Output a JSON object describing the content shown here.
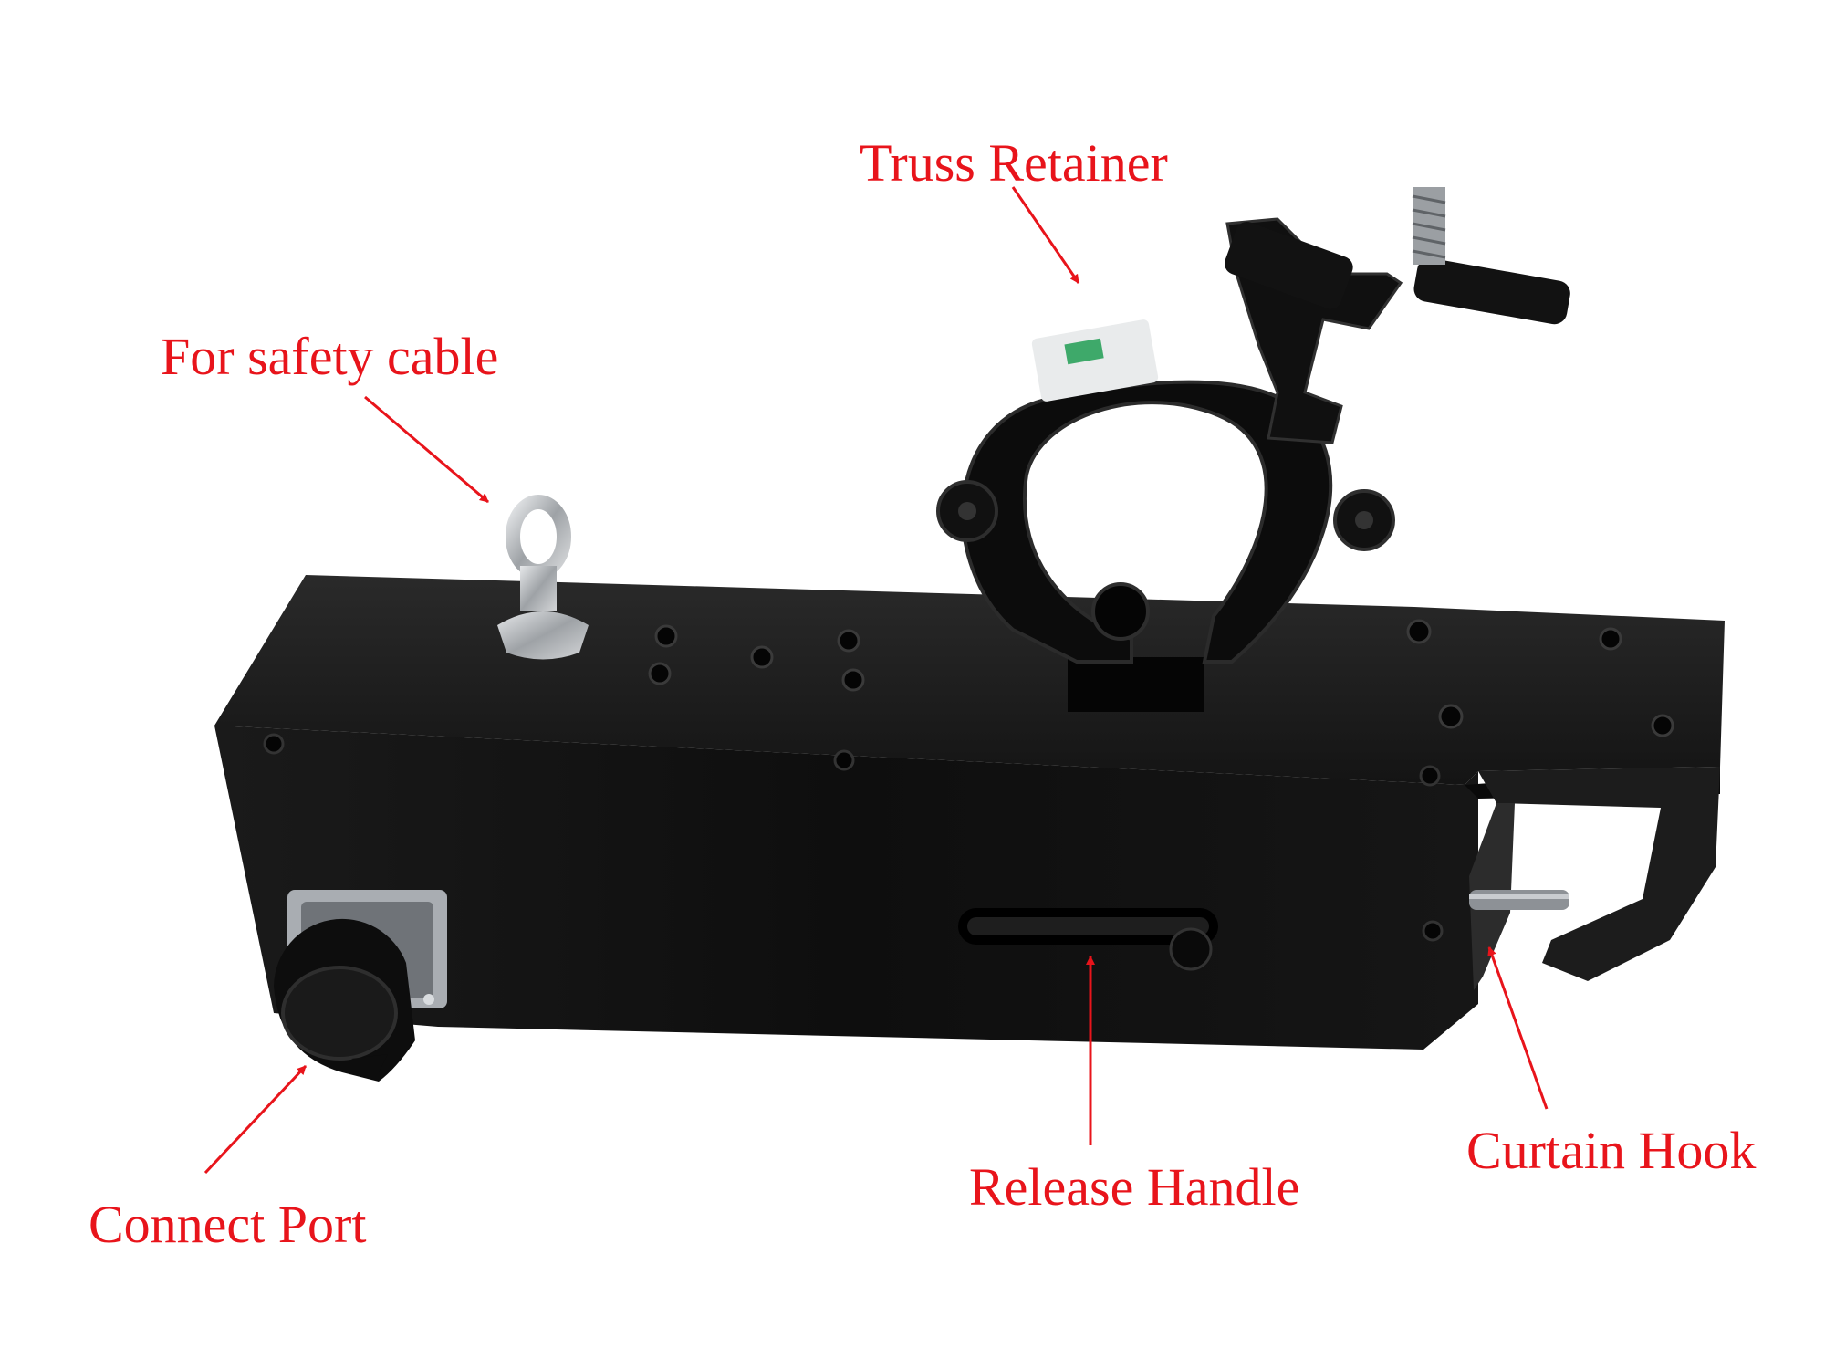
{
  "labels": {
    "truss_retainer": "Truss Retainer",
    "safety_cable": "For safety cable",
    "connect_port": "Connect Port",
    "release_handle": "Release Handle",
    "curtain_hook": "Curtain Hook"
  },
  "colors": {
    "annotation": "#e8141b",
    "body": "#111111",
    "metal": "#b9bcc0"
  }
}
